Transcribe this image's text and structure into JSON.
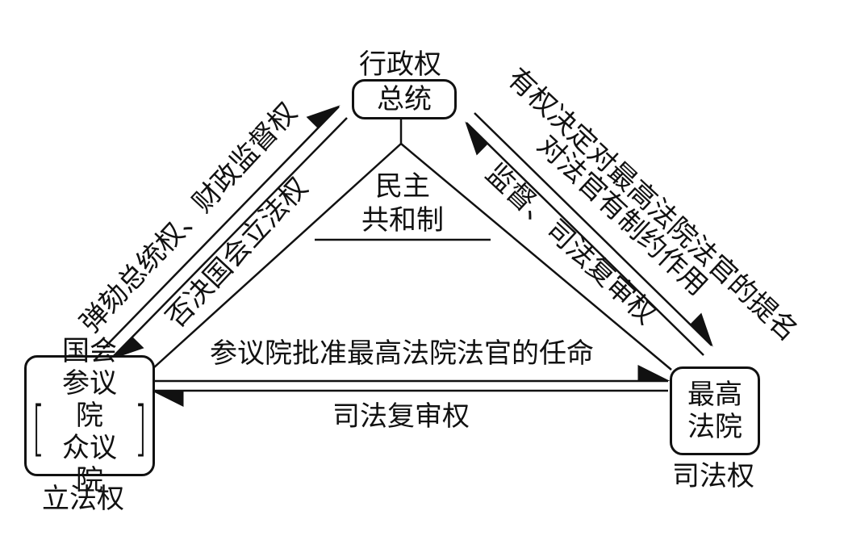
{
  "nodes": {
    "executive": {
      "power": "行政权",
      "body": "总统"
    },
    "legislative": {
      "power": "立法权",
      "body": "国会",
      "left_bracket": "[",
      "right_bracket": "]",
      "chambers": [
        "参议院",
        "众议院"
      ]
    },
    "judicial": {
      "power": "司法权",
      "body_lines": [
        "最高",
        "法院"
      ]
    }
  },
  "center": {
    "lines": [
      "民主",
      "共和制"
    ]
  },
  "relations": {
    "legislative_to_executive": "弹劾总统权、财政监督权",
    "executive_to_legislative": "否决国会立法权",
    "executive_to_judicial": "有权决定对最高法院法官的提名",
    "executive_to_judicial_2": "对法官有制约作用",
    "judicial_to_executive": "监督、司法复审权",
    "legislative_to_judicial": "参议院批准最高法院法官的任命",
    "judicial_to_legislative": "司法复审权"
  }
}
